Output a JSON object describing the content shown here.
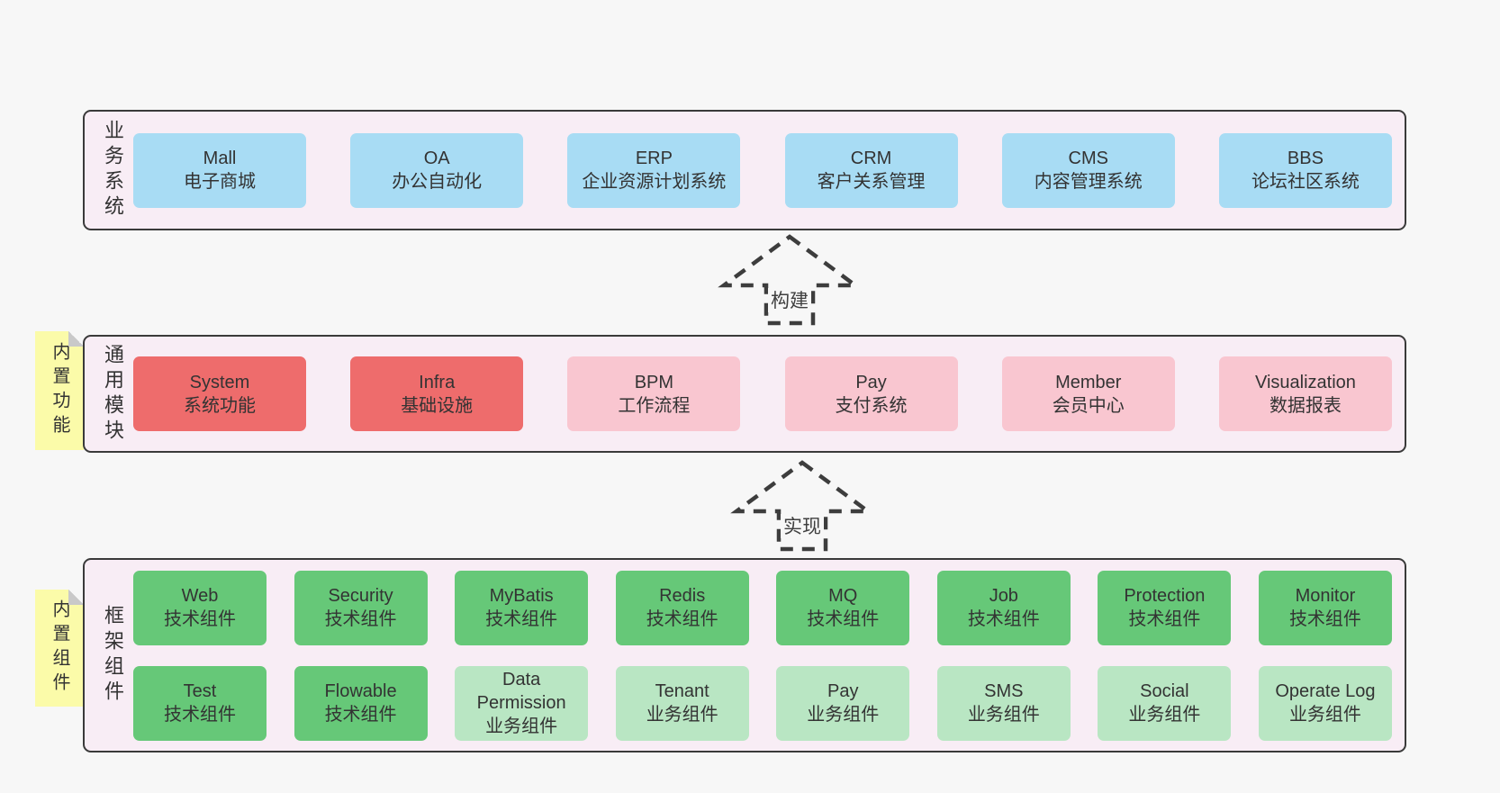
{
  "colors": {
    "page_bg": "#f7f7f7",
    "container_bg": "#f8edf5",
    "container_border": "#3a3a3a",
    "box_blue": "#a8dcf4",
    "box_red": "#ee6c6c",
    "box_pink": "#f9c6d0",
    "box_green_dark": "#66c878",
    "box_green_light": "#b9e6c3",
    "note_yellow": "#fbfba9",
    "note_fold_gray": "#c9c9c9",
    "arrow": "#3d3d3d",
    "text": "#333333"
  },
  "arrows": [
    {
      "label": "构建"
    },
    {
      "label": "实现"
    }
  ],
  "layers": [
    {
      "label": "业务系统",
      "boxes": [
        {
          "title": "Mall",
          "subtitle": "电子商城",
          "variant": "blue"
        },
        {
          "title": "OA",
          "subtitle": "办公自动化",
          "variant": "blue"
        },
        {
          "title": "ERP",
          "subtitle": "企业资源计划系统",
          "variant": "blue"
        },
        {
          "title": "CRM",
          "subtitle": "客户关系管理",
          "variant": "blue"
        },
        {
          "title": "CMS",
          "subtitle": "内容管理系统",
          "variant": "blue"
        },
        {
          "title": "BBS",
          "subtitle": "论坛社区系统",
          "variant": "blue"
        }
      ]
    },
    {
      "label": "通用模块",
      "note": "内置功能",
      "boxes": [
        {
          "title": "System",
          "subtitle": "系统功能",
          "variant": "red"
        },
        {
          "title": "Infra",
          "subtitle": "基础设施",
          "variant": "red"
        },
        {
          "title": "BPM",
          "subtitle": "工作流程",
          "variant": "pink"
        },
        {
          "title": "Pay",
          "subtitle": "支付系统",
          "variant": "pink"
        },
        {
          "title": "Member",
          "subtitle": "会员中心",
          "variant": "pink"
        },
        {
          "title": "Visualization",
          "subtitle": "数据报表",
          "variant": "pink"
        }
      ]
    },
    {
      "label": "框架组件",
      "note": "内置组件",
      "rows": [
        [
          {
            "title": "Web",
            "subtitle": "技术组件",
            "variant": "green-dark"
          },
          {
            "title": "Security",
            "subtitle": "技术组件",
            "variant": "green-dark"
          },
          {
            "title": "MyBatis",
            "subtitle": "技术组件",
            "variant": "green-dark"
          },
          {
            "title": "Redis",
            "subtitle": "技术组件",
            "variant": "green-dark"
          },
          {
            "title": "MQ",
            "subtitle": "技术组件",
            "variant": "green-dark"
          },
          {
            "title": "Job",
            "subtitle": "技术组件",
            "variant": "green-dark"
          },
          {
            "title": "Protection",
            "subtitle": "技术组件",
            "variant": "green-dark"
          },
          {
            "title": "Monitor",
            "subtitle": "技术组件",
            "variant": "green-dark"
          }
        ],
        [
          {
            "title": "Test",
            "subtitle": "技术组件",
            "variant": "green-dark"
          },
          {
            "title": "Flowable",
            "subtitle": "技术组件",
            "variant": "green-dark"
          },
          {
            "title": "Data Permission",
            "subtitle": "业务组件",
            "variant": "green-light"
          },
          {
            "title": "Tenant",
            "subtitle": "业务组件",
            "variant": "green-light"
          },
          {
            "title": "Pay",
            "subtitle": "业务组件",
            "variant": "green-light"
          },
          {
            "title": "SMS",
            "subtitle": "业务组件",
            "variant": "green-light"
          },
          {
            "title": "Social",
            "subtitle": "业务组件",
            "variant": "green-light"
          },
          {
            "title": "Operate Log",
            "subtitle": "业务组件",
            "variant": "green-light"
          }
        ]
      ]
    }
  ]
}
